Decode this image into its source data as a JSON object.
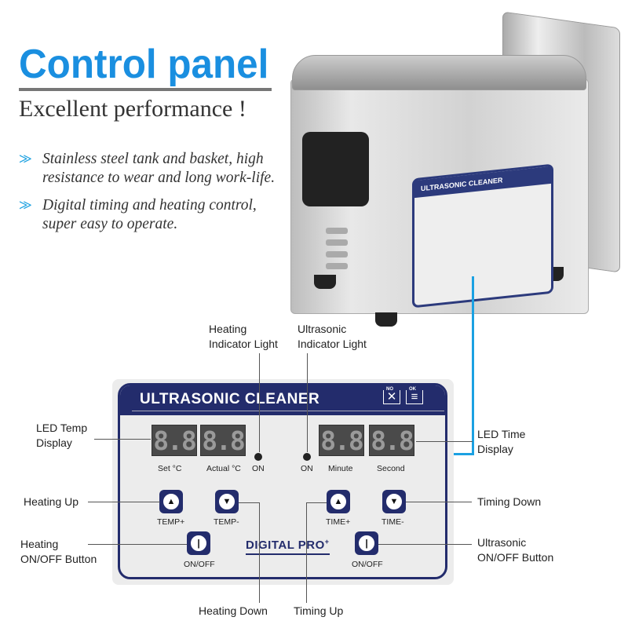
{
  "title": "Control panel",
  "subtitle": "Excellent performance !",
  "bullets": [
    {
      "line1": "Stainless steel tank and basket, high",
      "line2": "resistance to wear and long work-life."
    },
    {
      "line1": "Digital timing and heating control,",
      "line2": "super easy to operate."
    }
  ],
  "bullet_icon": "double-chevron-right-icon",
  "accent_color": "#1a8fe0",
  "panel_color": "#232c6c",
  "panel": {
    "title": "ULTRASONIC CLEANER",
    "wash_no": "NO",
    "wash_ok": "OK",
    "led_temp_set": "8.8",
    "led_temp_actual": "8.8",
    "led_time_min": "8.8",
    "led_time_sec": "8.8",
    "set_label": "Set  °C",
    "actual_label": "Actual °C",
    "heat_on": "ON",
    "ultra_on": "ON",
    "minute_label": "Minute",
    "second_label": "Second",
    "temp_plus": "TEMP+",
    "temp_minus": "TEMP-",
    "time_plus": "TIME+",
    "time_minus": "TIME-",
    "onoff_left": "ON/OFF",
    "onoff_right": "ON/OFF",
    "brand": "DIGITAL PRO",
    "brand_sup": "+"
  },
  "callouts": {
    "heating_indicator_1": "Heating",
    "heating_indicator_2": "Indicator Light",
    "ultra_indicator_1": "Ultrasonic",
    "ultra_indicator_2": "Indicator Light",
    "led_temp_1": "LED Temp",
    "led_temp_2": "Display",
    "led_time_1": "LED Time",
    "led_time_2": "Display",
    "heating_up": "Heating Up",
    "timing_down": "Timing Down",
    "heating_onoff_1": "Heating",
    "heating_onoff_2": "ON/OFF Button",
    "ultra_onoff_1": "Ultrasonic",
    "ultra_onoff_2": "ON/OFF Button",
    "heating_down": "Heating Down",
    "timing_up": "Timing Up"
  }
}
